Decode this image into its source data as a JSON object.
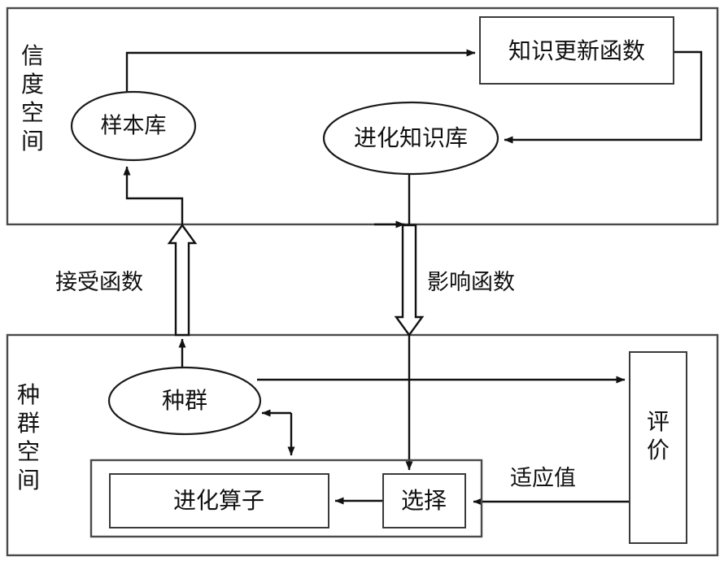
{
  "diagram": {
    "title_semantic": "cultural-algorithm-framework",
    "spaces": [
      {
        "id": "belief-space",
        "label": "信度空间",
        "orientation": "vertical"
      },
      {
        "id": "population-space",
        "label": "种群空间",
        "orientation": "vertical"
      }
    ],
    "nodes": [
      {
        "id": "sample-library",
        "label": "样本库",
        "shape": "ellipse"
      },
      {
        "id": "evolution-knowledge",
        "label": "进化知识库",
        "shape": "ellipse"
      },
      {
        "id": "knowledge-update",
        "label": "知识更新函数",
        "shape": "rect"
      },
      {
        "id": "population",
        "label": "种群",
        "shape": "ellipse"
      },
      {
        "id": "evolution-operator",
        "label": "进化算子",
        "shape": "rect"
      },
      {
        "id": "selection",
        "label": "选择",
        "shape": "rect"
      },
      {
        "id": "evaluation",
        "label": "评价",
        "shape": "rect-vertical"
      }
    ],
    "edge_labels": [
      {
        "id": "acceptance-function",
        "label": "接受函数"
      },
      {
        "id": "influence-function",
        "label": "影响函数"
      },
      {
        "id": "fitness-value",
        "label": "适应值"
      }
    ],
    "colors": {
      "stroke": "#111111",
      "container_stroke": "#4a4a4a",
      "fill": "#ffffff",
      "text": "#111111"
    }
  }
}
